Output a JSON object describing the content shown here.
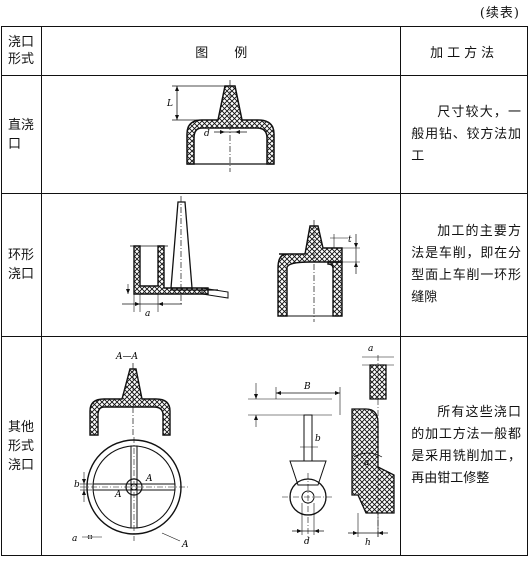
{
  "continued": "(续表)",
  "header": {
    "col1": "浇口\n形式",
    "col2": "图　　例",
    "col3": "加工方法"
  },
  "rows": [
    {
      "type": "直浇\n口",
      "method": "尺寸较大，一般用钻、铰方法加工",
      "labels": [
        "L",
        "d"
      ]
    },
    {
      "type": "环形\n浇口",
      "method": "加工的主要方法是车削，即在分型面上车削一环形缝隙",
      "labels": [
        "a",
        "t"
      ]
    },
    {
      "type": "其他\n形式\n浇口",
      "method": "所有这些浇口的加工方法一般都是采用铣削加工，再由钳工修整",
      "labels": [
        "A—A",
        "A",
        "A",
        "A",
        "b",
        "a",
        "B",
        "b",
        "d",
        "a",
        "a",
        "h"
      ]
    }
  ]
}
